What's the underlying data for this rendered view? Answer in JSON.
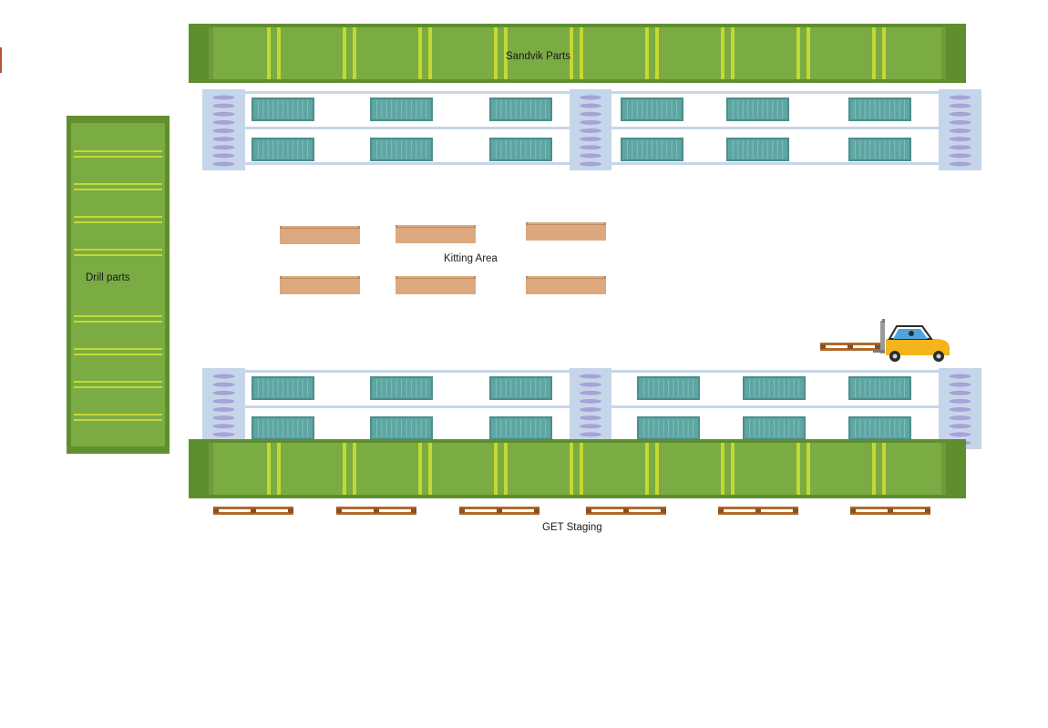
{
  "labels": {
    "sandvik_parts": "Sandvik Parts",
    "kitting_area": "Kitting Area",
    "drill_parts": "Drill parts",
    "get_staging": "GET Staging"
  },
  "colors": {
    "container_green": "#7bab43",
    "container_dark": "#5e8e2e",
    "container_stripe": "#c4d836",
    "rack_frame": "#c6d6ea",
    "rack_post_oval": "#a8a2d6",
    "bin_teal": "#5fa5a2",
    "pallet_box": "#dba97d",
    "wood_pallet": "#b06a2c",
    "forklift_yellow": "#f3b51b",
    "forklift_cab": "#4fa3dd"
  },
  "icons": {
    "forklift": "forklift-icon"
  }
}
